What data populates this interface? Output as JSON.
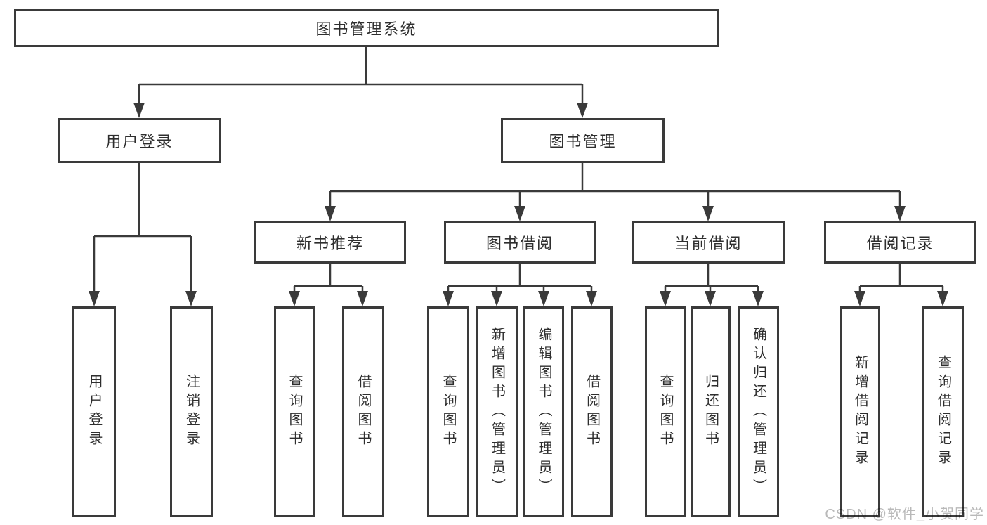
{
  "colors": {
    "line": "#3a3a3a",
    "box_border": "#3a3a3a",
    "box_fill": "#ffffff",
    "text": "#2e2e2e",
    "watermark": "#b9b9b9"
  },
  "tree": {
    "root": {
      "label": "图书管理系统"
    },
    "branches": [
      {
        "label": "用户登录",
        "children": [
          {
            "label": "用户登录"
          },
          {
            "label": "注销登录"
          }
        ]
      },
      {
        "label": "图书管理",
        "children": [
          {
            "label": "新书推荐",
            "children": [
              {
                "label": "查询图书"
              },
              {
                "label": "借阅图书"
              }
            ]
          },
          {
            "label": "图书借阅",
            "children": [
              {
                "label": "查询图书"
              },
              {
                "label": "新增图书（管理员）"
              },
              {
                "label": "编辑图书（管理员）"
              },
              {
                "label": "借阅图书"
              }
            ]
          },
          {
            "label": "当前借阅",
            "children": [
              {
                "label": "查询图书"
              },
              {
                "label": "归还图书"
              },
              {
                "label": "确认归还（管理员）"
              }
            ]
          },
          {
            "label": "借阅记录",
            "children": [
              {
                "label": "新增借阅记录"
              },
              {
                "label": "查询借阅记录"
              }
            ]
          }
        ]
      }
    ]
  },
  "watermark": {
    "text": "CSDN @软件_小贺同学"
  }
}
